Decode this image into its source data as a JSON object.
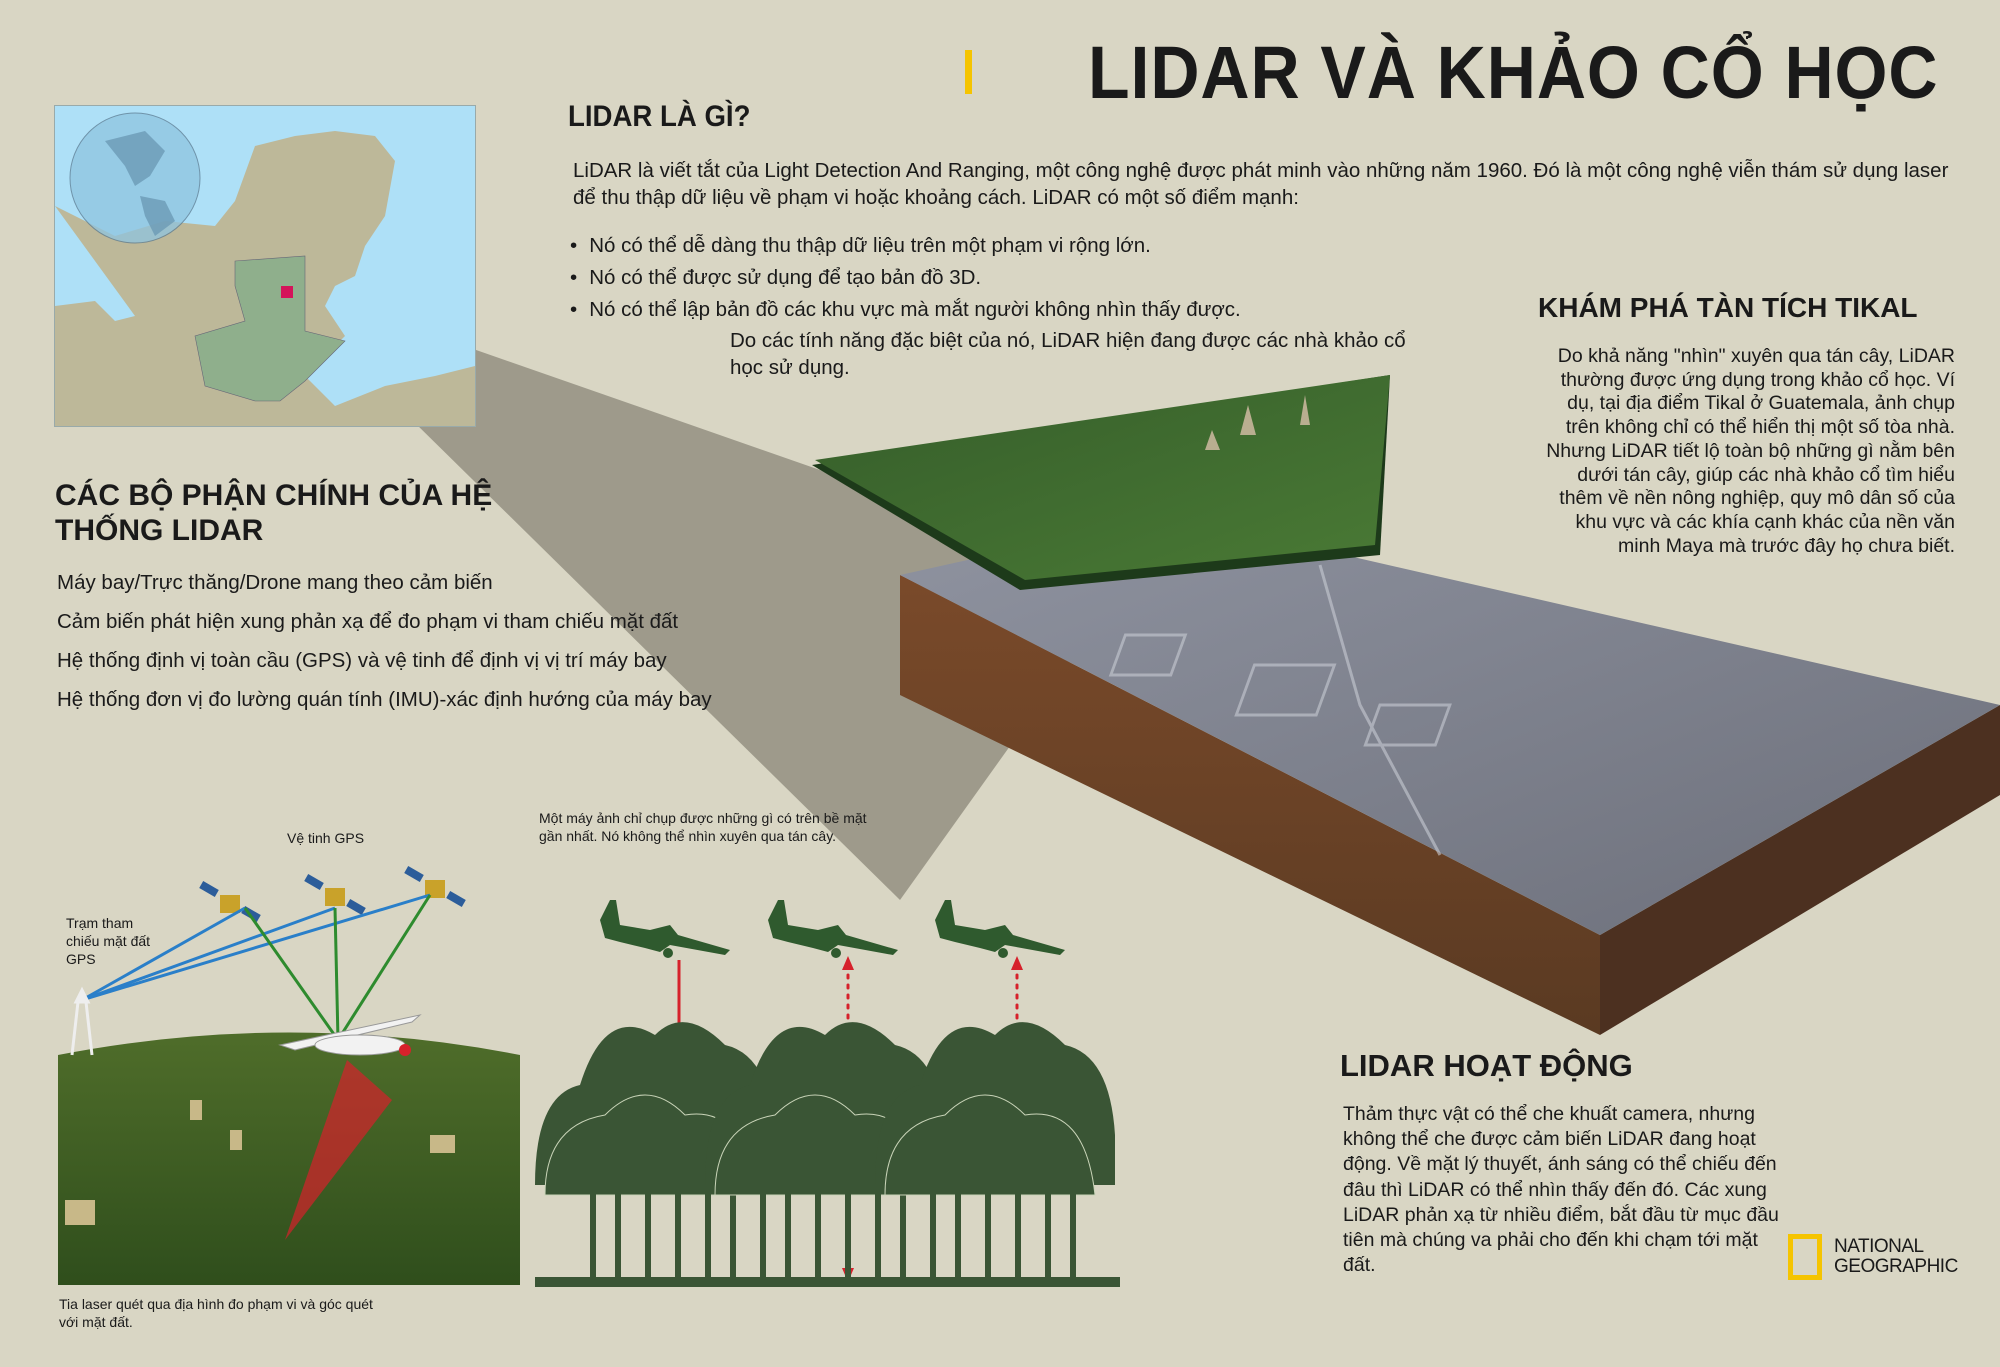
{
  "header": {
    "title": "LIDAR VÀ KHẢO CỔ HỌC",
    "accent_color": "#f5c400"
  },
  "what_is": {
    "heading": "LIDAR LÀ GÌ?",
    "intro": "LiDAR là viết tắt của Light Detection And Ranging, một công nghệ được phát minh vào những năm 1960. Đó là một công nghệ viễn thám sử dụng laser để thu thập dữ liệu về phạm vi hoặc khoảng cách. LiDAR có một số điểm mạnh:",
    "bullets": [
      "Nó có thể dễ dàng thu thập dữ liệu trên một phạm vi rộng lớn.",
      "Nó có thể được sử dụng để tạo bản đồ 3D.",
      "Nó có thể lập bản đồ các khu vực mà mắt người không nhìn thấy được."
    ],
    "note": "Do các tính năng đặc biệt của nó, LiDAR hiện đang được các nhà khảo cổ học sử dụng."
  },
  "tikal": {
    "heading": "KHÁM PHÁ TÀN TÍCH TIKAL",
    "text": "Do khả năng \"nhìn\" xuyên qua tán cây, LiDAR thường được ứng dụng trong khảo cổ học. Ví dụ, tại địa điểm Tikal ở Guatemala, ảnh chụp trên không chỉ có thể hiển thị một số tòa nhà. Nhưng LiDAR tiết lộ toàn bộ những gì nằm bên dưới tán cây, giúp các nhà khảo cổ tìm hiểu thêm về nền nông nghiệp, quy mô dân số của khu vực và các khía cạnh khác của nền văn minh Maya mà trước đây họ chưa biết."
  },
  "parts": {
    "heading": "CÁC BỘ PHẬN CHÍNH CỦA HỆ THỐNG LIDAR",
    "items": [
      "Máy bay/Trực thăng/Drone mang theo cảm biến",
      "Cảm biến phát hiện xung phản xạ để đo phạm vi tham chiếu mặt đất",
      "Hệ thống định vị toàn cầu (GPS) và vệ tinh để định vị vị trí máy bay",
      "Hệ thống đơn vị đo lường quán tính (IMU)-xác định hướng của máy bay"
    ]
  },
  "captions": {
    "gps_satellites": "Vệ tinh GPS",
    "ground_station": "Trạm tham chiếu mặt đất GPS",
    "camera_limit": "Một máy ảnh chỉ chụp được những gì có trên bề mặt gần nhất. Nó không thể nhìn xuyên qua tán cây.",
    "laser_scan": "Tia laser quét qua địa hình đo phạm vi và góc quét với mặt đất."
  },
  "operation": {
    "heading": "LIDAR HOẠT ĐỘNG",
    "text": "Thảm thực vật có thể che khuất camera, nhưng không thể che được cảm biến LiDAR đang hoạt động. Về mặt lý thuyết, ánh sáng có thể chiếu đến đâu thì LiDAR có thể nhìn thấy đến đó. Các xung LiDAR phản xạ từ nhiều điểm, bắt đầu từ mục đầu tiên mà chúng va phải cho đến khi chạm tới mặt đất."
  },
  "logo": {
    "line1": "NATIONAL",
    "line2": "GEOGRAPHIC"
  },
  "colors": {
    "background": "#d9d6c4",
    "forest_green": "#3a5535",
    "laser_red": "#d6212b",
    "gps_blue": "#2a7fc9",
    "gps_green": "#2e8b2e",
    "marker_pink": "#d4145a",
    "water": "#aee0f7"
  }
}
